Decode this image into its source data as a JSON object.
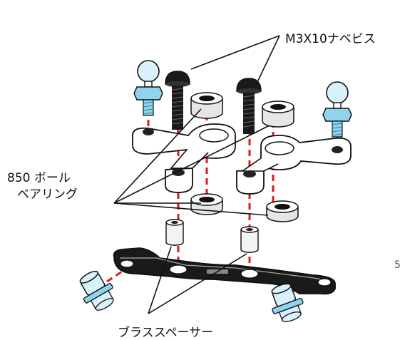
{
  "labels": {
    "screw": "M3X10ナベビス",
    "bearing_line1": "850 ボール",
    "bearing_line2": "ベアリング",
    "spacer": "ブラススペーサー",
    "edge_fragment": "5"
  },
  "colors": {
    "guide_line": "#e0191c",
    "ball_stud": "#8fd3ec",
    "part_outline": "#111111",
    "part_fill": "#ffffff",
    "dark_part": "#1a1a1a"
  }
}
